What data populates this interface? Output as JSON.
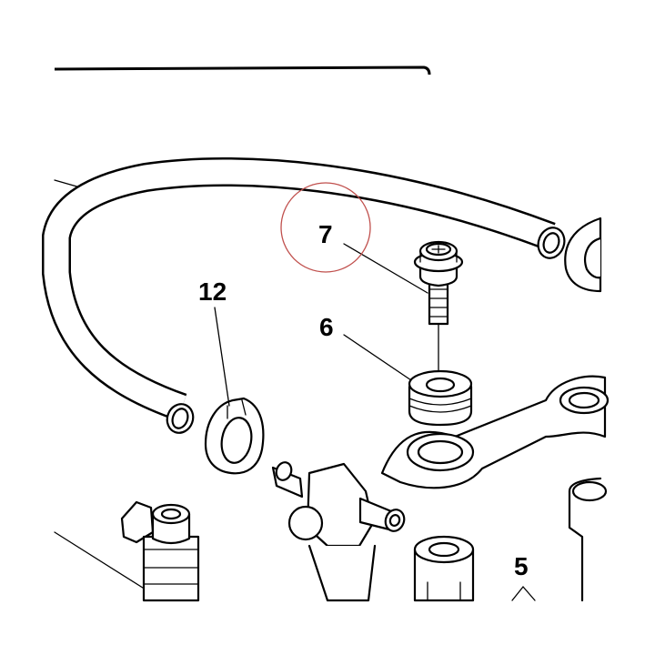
{
  "callouts": {
    "part_7": "7",
    "part_6": "6",
    "part_12": "12",
    "part_5": "5"
  },
  "highlight_color": "#c0504d",
  "line_color": "#000000"
}
